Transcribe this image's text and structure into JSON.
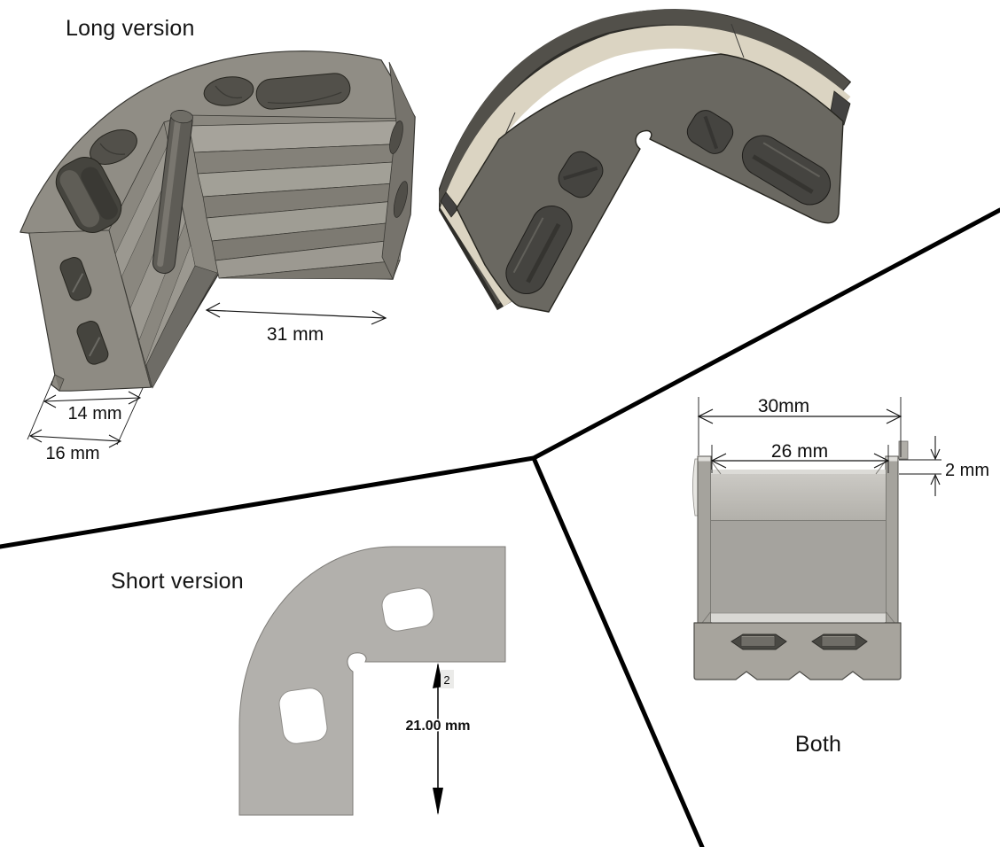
{
  "canvas": {
    "background": "#ffffff"
  },
  "panels": {
    "long_version": {
      "label": "Long version",
      "dims": {
        "depth": "31 mm",
        "inner_width": "14 mm",
        "outer_width": "16 mm"
      }
    },
    "short_version": {
      "label": "Short version",
      "dims": {
        "length": "21.00 mm",
        "note": "2"
      }
    },
    "both": {
      "label": "Both",
      "dims": {
        "outer_width": "30mm",
        "inner_width": "26 mm",
        "wall_thickness": "2 mm"
      }
    }
  },
  "colors": {
    "divider": "#000000",
    "bracket_gray": "#8a877f",
    "bracket_top_face": "#908d85",
    "step_top": "#a4a199",
    "step_riser": "#817e76",
    "underside_plate": "#6a6861",
    "band_cream": "#dbd4c2",
    "band_dark": "#52504a",
    "slot_dark": "#45443e",
    "profile_gray": "#b2b0ac",
    "front_view_gray": "#a7a49d",
    "dimension_text": "#0e0e0e"
  }
}
